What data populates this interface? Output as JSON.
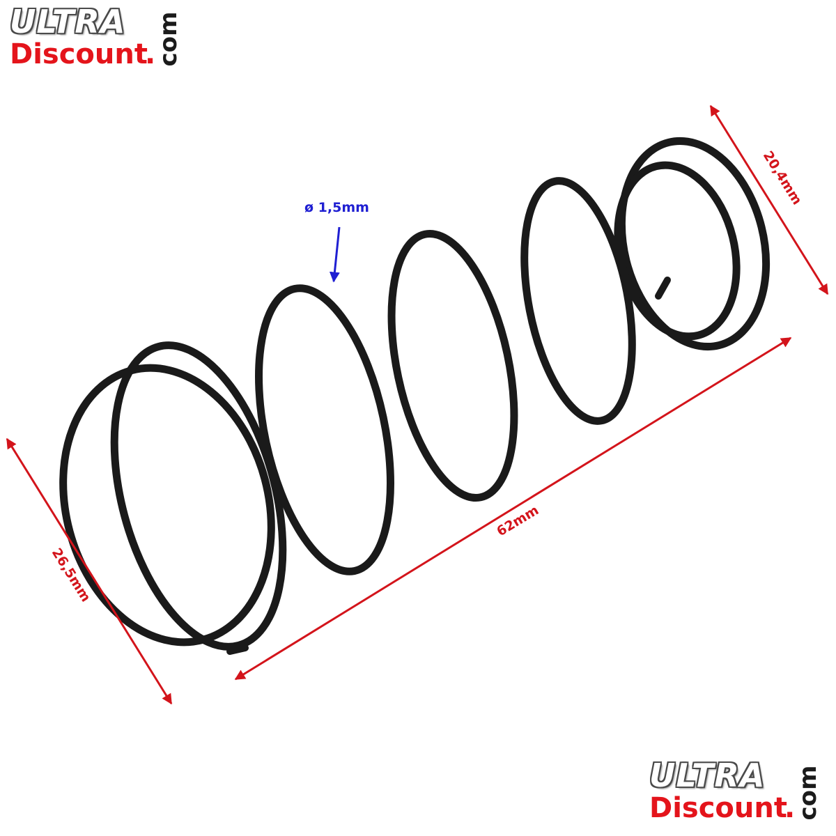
{
  "logo": {
    "brand_top": "ULTRA",
    "brand_bottom": "Discount",
    "dot": ".",
    "tld": "com"
  },
  "dimensions": {
    "length": "62mm",
    "large_diameter": "26,5mm",
    "small_diameter": "20,4mm",
    "wire_diameter": "ø 1,5mm"
  },
  "colors": {
    "dimension_arrow": "#d3141b",
    "wire_arrow": "#1f1fd2",
    "spring": "#1a1a1a",
    "brand_red": "#e4141b"
  },
  "icons": [
    "spring-image",
    "dimension-arrow",
    "wire-arrow"
  ]
}
